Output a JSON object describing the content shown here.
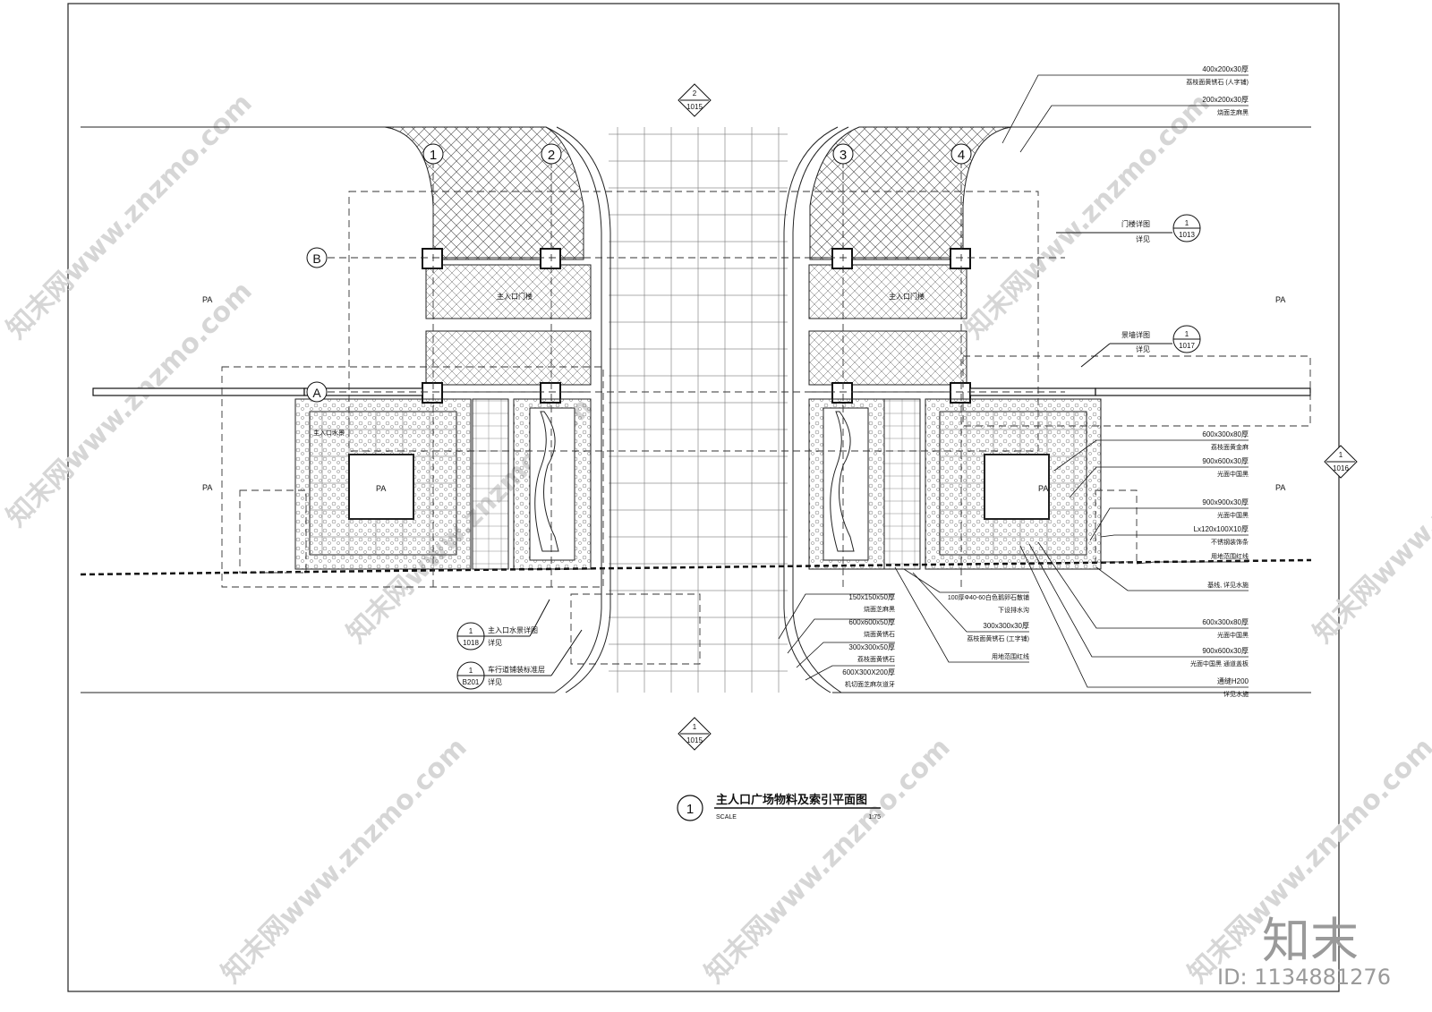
{
  "drawing": {
    "title": "主人口广场物料及索引平面图",
    "number": "1",
    "scale_label": "SCALE",
    "scale_value": "1:75"
  },
  "section_marks": {
    "top": {
      "num": "2",
      "ref": "1015"
    },
    "bottom": {
      "num": "1",
      "ref": "1015"
    },
    "right": {
      "num": "1",
      "ref": "1016"
    }
  },
  "grid": {
    "columns": [
      "1",
      "2",
      "3",
      "4"
    ],
    "rows": [
      "A",
      "B"
    ]
  },
  "zones": {
    "pa": "PA"
  },
  "plan_labels": {
    "gate_left": "主入口门楼",
    "gate_right": "主入口门楼",
    "water_feature": "主入口水景"
  },
  "index_refs": {
    "gate": {
      "title": "门楼详图",
      "num": "1",
      "ref": "1013",
      "note": "详见"
    },
    "wall": {
      "title": "景墙详图",
      "num": "1",
      "ref": "1017",
      "note": "详见"
    },
    "water": {
      "title": "主入口水景详图",
      "num": "1",
      "ref": "1018",
      "note": "详见"
    },
    "road": {
      "title": "车行道铺装标准层",
      "num": "1",
      "ref": "B201",
      "note": "详见"
    }
  },
  "callouts_top": [
    "400x200x30厚",
    "荔枝面黄锈石 (人字铺)",
    "200x200x30厚",
    "烧面芝麻黑"
  ],
  "callouts_right": [
    "600x300x80厚",
    "荔枝面黄金麻",
    "900x600x30厚",
    "光面中国黑",
    "900x900x30厚",
    "光面中国黑",
    "Lx120x100X10厚",
    "不锈钢装饰条",
    "用地范围红线",
    "基线, 详见水施",
    "600x300x80厚",
    "光面中国黑",
    "900x600x30厚",
    "光面中国黑  通道盖板",
    "通缝H200",
    "详见水施"
  ],
  "callouts_bottom_mid": [
    "100厚Φ40-60白色鹅卵石散铺",
    "下设排水沟",
    "300x300x30厚",
    "荔枝面黄锈石 (工字铺)",
    "用地范围红线"
  ],
  "callouts_bottom_left": [
    "150x150x50厚",
    "烧面芝麻黑",
    "600x600x50厚",
    "烧面黄锈石",
    "300x300x50厚",
    "荔枝面黄锈石",
    "600X300X200厚",
    "机切面芝麻灰道牙"
  ],
  "watermark": {
    "text": "知末网www.znzmo.com",
    "brand": "知末",
    "id": "ID: 1134881276"
  }
}
